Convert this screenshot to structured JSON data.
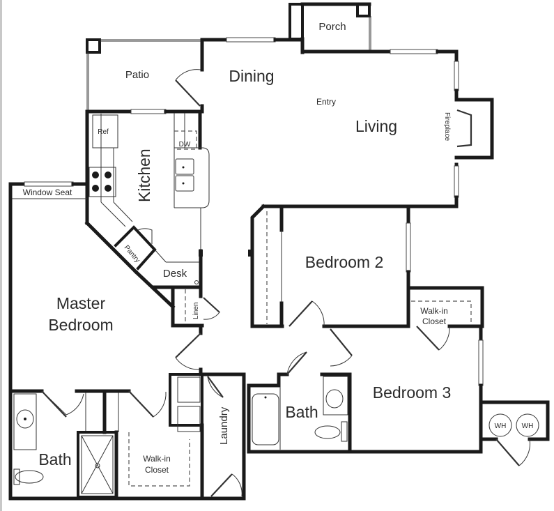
{
  "plan": {
    "rooms": {
      "porch": "Porch",
      "patio": "Patio",
      "dining": "Dining",
      "entry": "Entry",
      "living": "Living",
      "fireplace": "Fireplace",
      "kitchen": "Kitchen",
      "ref": "Ref",
      "dw": "DW",
      "window_seat": "Window Seat",
      "pantry": "Pantry",
      "desk": "Desk",
      "linen": "Linen",
      "master_bedroom_line1": "Master",
      "master_bedroom_line2": "Bedroom",
      "bedroom2": "Bedroom 2",
      "bedroom3": "Bedroom 3",
      "walkin_closet_b3_line1": "Walk-in",
      "walkin_closet_b3_line2": "Closet",
      "walkin_closet_master_line1": "Walk-in",
      "walkin_closet_master_line2": "Closet",
      "laundry": "Laundry",
      "bath_master": "Bath",
      "bath_hall": "Bath",
      "wh1": "WH",
      "wh2": "WH"
    },
    "colors": {
      "wall": "#1a1a1a",
      "background": "#ffffff",
      "edge_strip": "#c8c8c8"
    }
  }
}
